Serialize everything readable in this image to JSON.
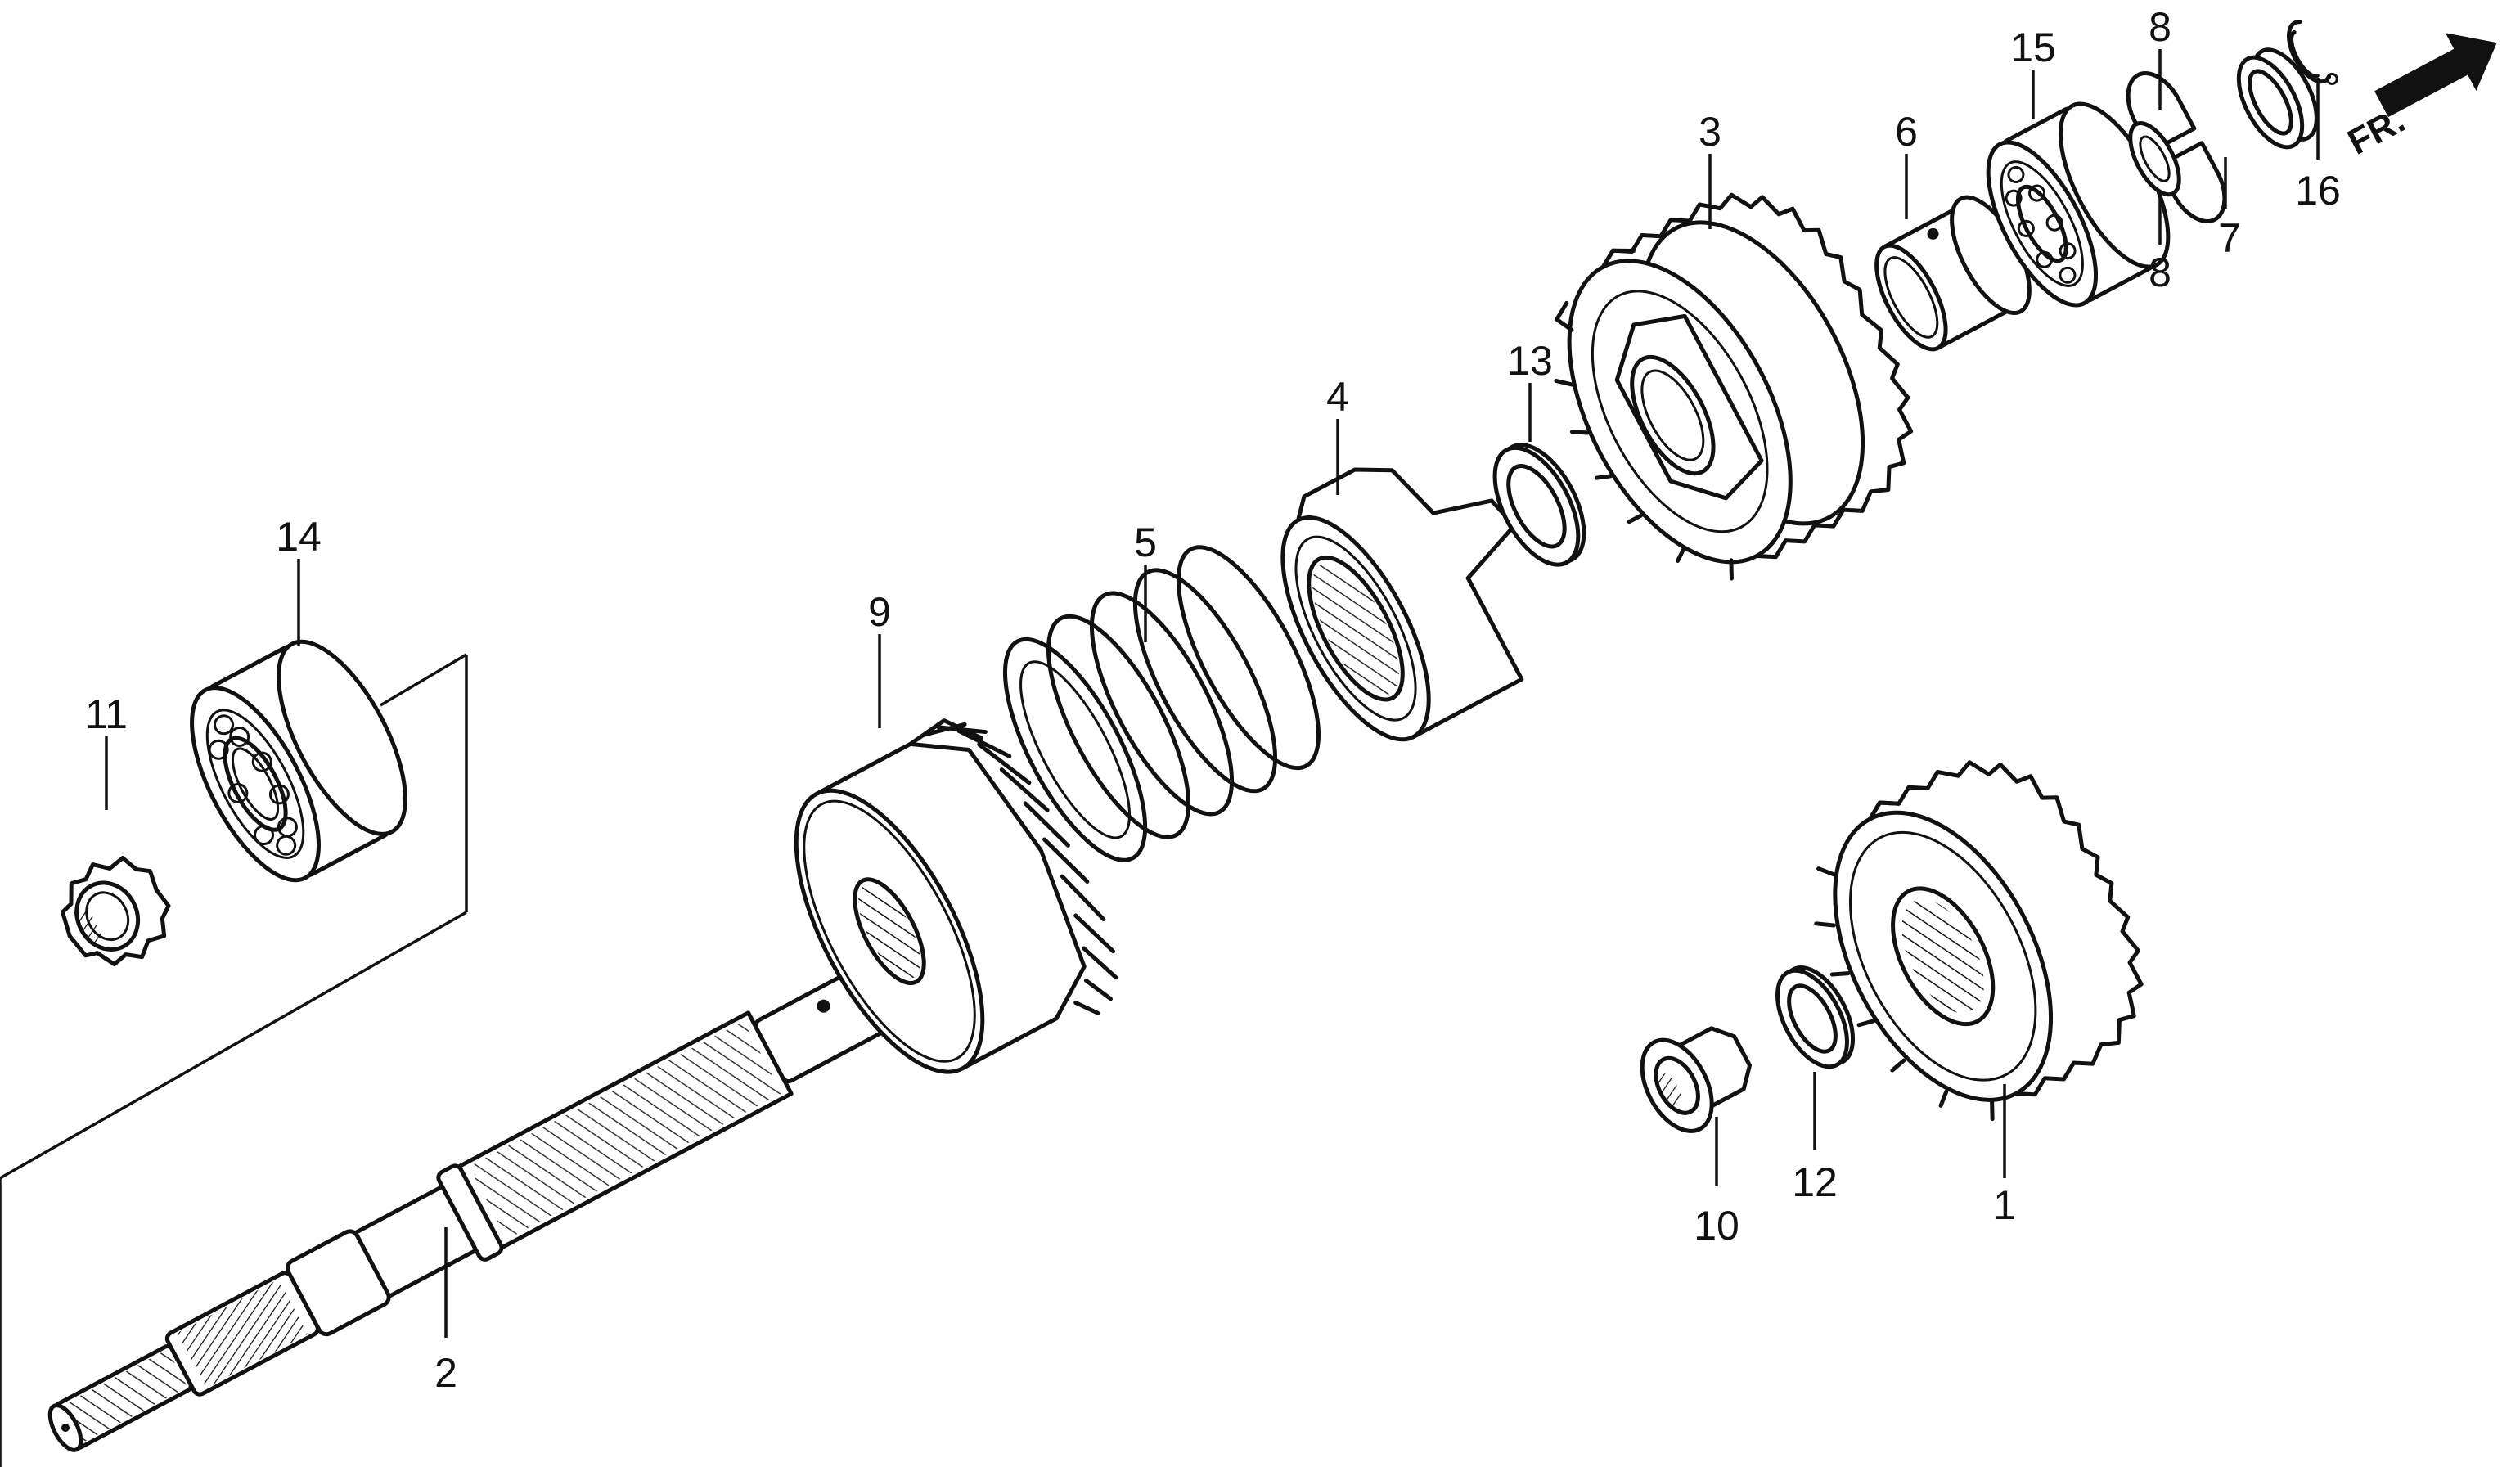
{
  "direction_marker": {
    "label": "FR."
  },
  "callouts": {
    "c1": "1",
    "c2": "2",
    "c3": "3",
    "c4": "4",
    "c5": "5",
    "c6": "6",
    "c7": "7",
    "c8a": "8",
    "c8b": "8",
    "c9": "9",
    "c10": "10",
    "c11": "11",
    "c12": "12",
    "c13": "13",
    "c14": "14",
    "c15": "15",
    "c16": "16"
  }
}
